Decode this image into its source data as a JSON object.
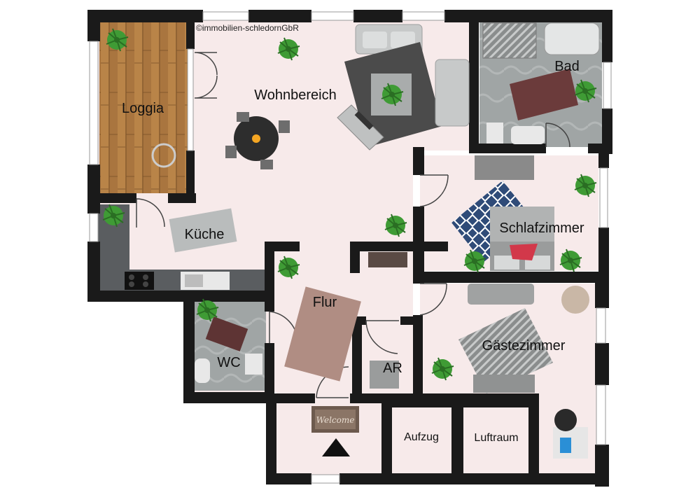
{
  "copyright": "©immobilien-schledornGbR",
  "rooms": {
    "loggia": "Loggia",
    "wohnbereich": "Wohnbereich",
    "bad": "Bad",
    "schlafzimmer": "Schlafzimmer",
    "kueche": "Küche",
    "flur": "Flur",
    "wc": "WC",
    "ar": "AR",
    "gaestezimmer": "Gästezimmer",
    "aufzug": "Aufzug",
    "luftraum": "Luftraum"
  },
  "doormat_text": "Welcome",
  "colors": {
    "wall": "#1a1a1a",
    "floor_pink": "#f7eaea",
    "tile_gray": "#9ea3a3",
    "wood": "#a9753f",
    "kitchen": "#5a5d60",
    "sofa": "#c7c9c9",
    "rug_dark": "#4b4b4b",
    "rug_brown": "#6b3b3b",
    "plant": "#3f9b35"
  },
  "icons": {
    "entrance": "entrance-triangle-icon"
  }
}
